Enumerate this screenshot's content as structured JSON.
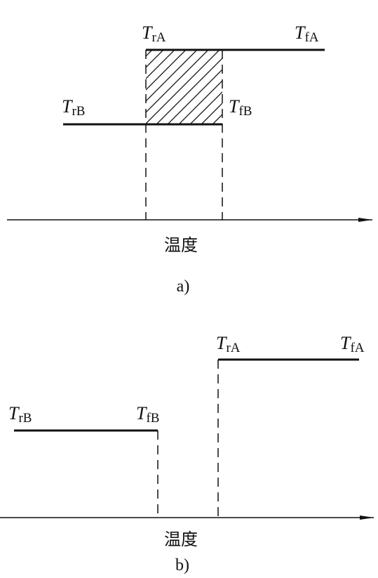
{
  "diagram_a": {
    "labels": {
      "tra": {
        "symbol": "T",
        "sub": "rA"
      },
      "tfa": {
        "symbol": "T",
        "sub": "fA"
      },
      "trb": {
        "symbol": "T",
        "sub": "rB"
      },
      "tfb": {
        "symbol": "T",
        "sub": "fB"
      }
    },
    "axis_title": "温度",
    "caption": "a)"
  },
  "diagram_b": {
    "labels": {
      "tra": {
        "symbol": "T",
        "sub": "rA"
      },
      "tfa": {
        "symbol": "T",
        "sub": "fA"
      },
      "trb": {
        "symbol": "T",
        "sub": "rB"
      },
      "tfb": {
        "symbol": "T",
        "sub": "fB"
      }
    },
    "axis_title": "温度",
    "caption": "b)"
  },
  "colors": {
    "line": "#111111",
    "background": "#ffffff"
  }
}
